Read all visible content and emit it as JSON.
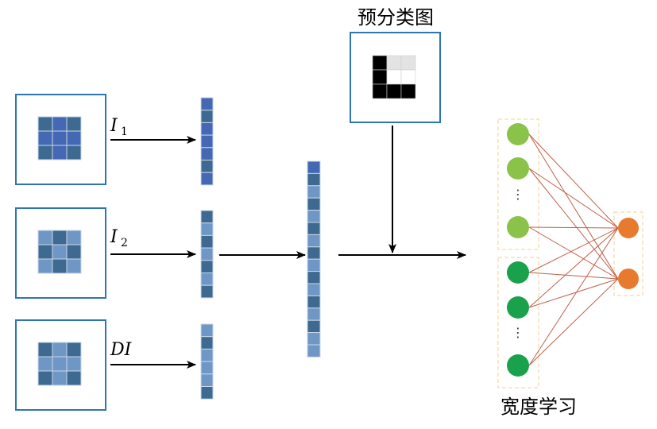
{
  "colors": {
    "frame_blue": "#2E75B6",
    "cell_mid": "#4468B4",
    "cell_dark": "#3E6A91",
    "cell_light": "#6F97C6",
    "cell_grid": "#C9D6E6",
    "arrow": "#000000",
    "node_light_green": "#8BC34A",
    "node_dark_green": "#1AA14B",
    "node_orange": "#E87A30",
    "edge": "#C0604A",
    "dashed_box": "#F6D9A8"
  },
  "inputs": [
    {
      "name": "I1",
      "label_main": "I",
      "label_sub": "1",
      "grid": [
        [
          "dark",
          "mid",
          "dark"
        ],
        [
          "mid",
          "mid",
          "mid"
        ],
        [
          "dark",
          "mid",
          "dark"
        ]
      ],
      "vector": [
        "mid",
        "dark",
        "mid",
        "mid",
        "mid",
        "dark",
        "mid"
      ]
    },
    {
      "name": "I2",
      "label_main": "I",
      "label_sub": "2",
      "grid": [
        [
          "light",
          "dark",
          "light"
        ],
        [
          "dark",
          "light",
          "dark"
        ],
        [
          "light",
          "dark",
          "light"
        ]
      ],
      "vector": [
        "dark",
        "light",
        "dark",
        "light",
        "dark",
        "light",
        "dark"
      ]
    },
    {
      "name": "DI",
      "label_main": "DI",
      "label_sub": "",
      "grid": [
        [
          "dark",
          "light",
          "dark"
        ],
        [
          "light",
          "light",
          "light"
        ],
        [
          "dark",
          "light",
          "dark"
        ]
      ],
      "vector": [
        "light",
        "dark",
        "light",
        "light",
        "light",
        "dark"
      ]
    }
  ],
  "concat_vector": [
    "mid",
    "dark",
    "light",
    "dark",
    "light",
    "dark",
    "light",
    "dark",
    "light",
    "dark",
    "light",
    "dark",
    "light",
    "dark",
    "light",
    "light"
  ],
  "preclass": {
    "title": "预分类图",
    "grid": [
      [
        "#000000",
        "#E3E3E3",
        "#E3E3E3"
      ],
      [
        "#000000",
        "#FFFFFF",
        "#FFFFFF"
      ],
      [
        "#000000",
        "#000000",
        "#000000"
      ]
    ]
  },
  "network": {
    "title": "宽度学习",
    "group1": {
      "nodes": 3,
      "ellipsis": "⋮"
    },
    "group2": {
      "nodes": 3,
      "ellipsis": "⋮"
    },
    "outputs": 2
  }
}
